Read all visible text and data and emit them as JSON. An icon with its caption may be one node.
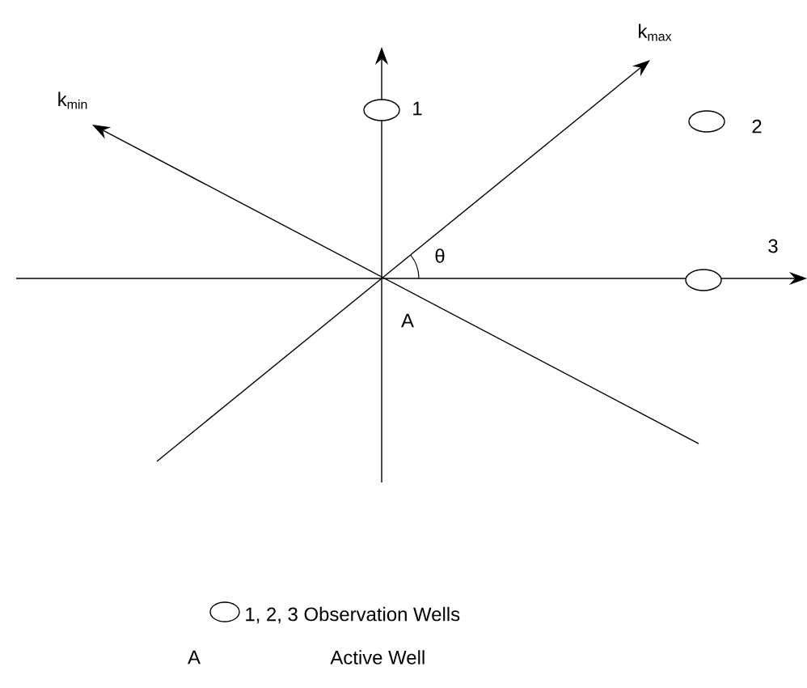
{
  "diagram": {
    "nodes": [
      {
        "text": [],
        "shape": "ellipse",
        "beside": [
          "1"
        ]
      },
      {
        "text": [],
        "shape": "ellipse",
        "beside": [
          "2"
        ]
      },
      {
        "text": [],
        "shape": "ellipse",
        "beside": [
          "3"
        ]
      }
    ],
    "labels": [
      "k$_{max}$",
      "k$_{min}$",
      "θ",
      "A",
      "A"
    ],
    "legend": [
      {
        "text": "1, 2, 3 Observation Wells"
      },
      {
        "text": "Active Well"
      }
    ]
  }
}
